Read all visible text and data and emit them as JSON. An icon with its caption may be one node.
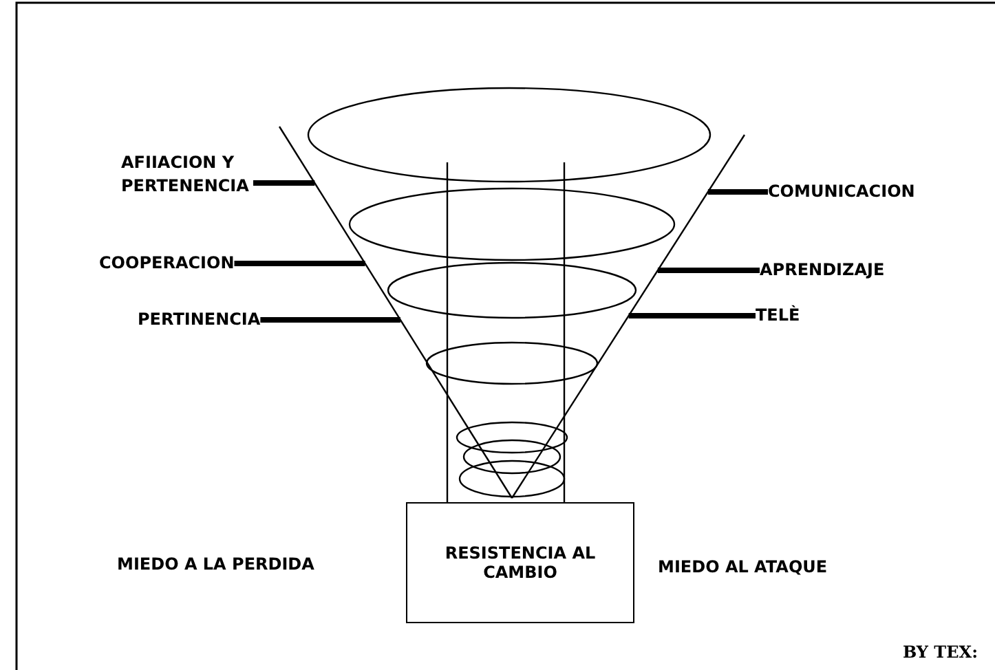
{
  "diagram": {
    "nodes": [
      {
        "text": [],
        "shape": "cone"
      },
      {
        "text": [
          "AFIIACION Y PERTENENCIA"
        ]
      },
      {
        "text": [
          "COOPERACION"
        ]
      },
      {
        "text": [
          "PERTINENCIA"
        ]
      },
      {
        "text": [
          "COMUNICACION"
        ]
      },
      {
        "text": [
          "APRENDIZAJE"
        ]
      },
      {
        "text": [
          "TELÈ"
        ]
      },
      {
        "text": [
          "RESISTENCIA AL CAMBIO"
        ]
      }
    ],
    "edges": [
      {
        "from": 1,
        "to": 0,
        "arrow": "none"
      },
      {
        "from": 2,
        "to": 0,
        "arrow": "none"
      },
      {
        "from": 3,
        "to": 0,
        "arrow": "none"
      },
      {
        "from": 4,
        "to": 0,
        "arrow": "none"
      },
      {
        "from": 5,
        "to": 0,
        "arrow": "none"
      },
      {
        "from": 6,
        "to": 0,
        "arrow": "none"
      }
    ],
    "labels": [
      "MIEDO A LA PERDIDA",
      "MIEDO AL ATAQUE",
      "BY TEX:"
    ]
  }
}
